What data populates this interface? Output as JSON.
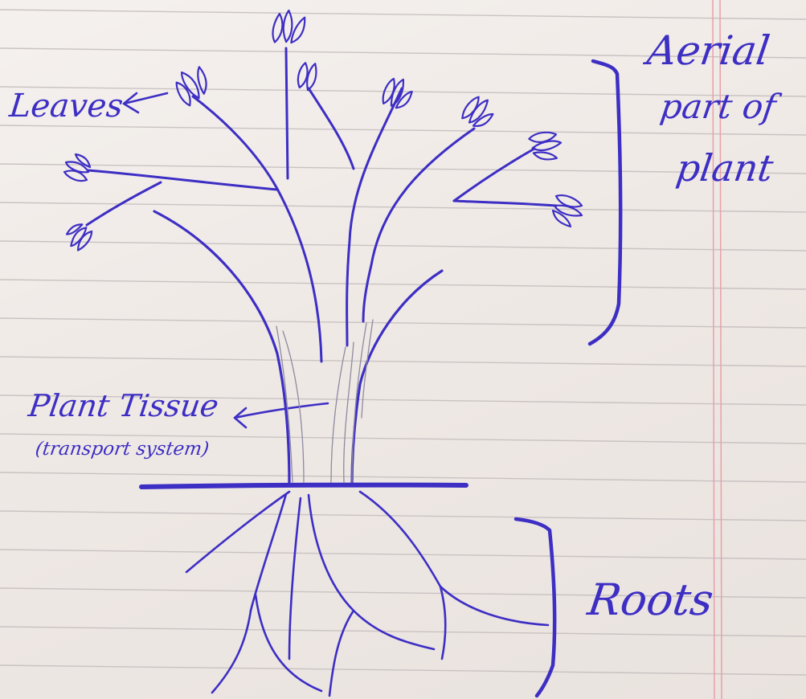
{
  "ink_color": "#3d2ec4",
  "pencil_color": "#8d8aa0",
  "paper": {
    "background": "#efe9e5",
    "rule_line_color": "#c9c2c2",
    "margin_line_color": "#e8a0a8"
  },
  "labels": {
    "leaves": "Leaves",
    "aerial_line1": "Aerial",
    "aerial_line2": "part of",
    "aerial_line3": "plant",
    "plant_tissue": "Plant Tissue",
    "plant_tissue_note": "(transport system)",
    "roots": "Roots"
  }
}
